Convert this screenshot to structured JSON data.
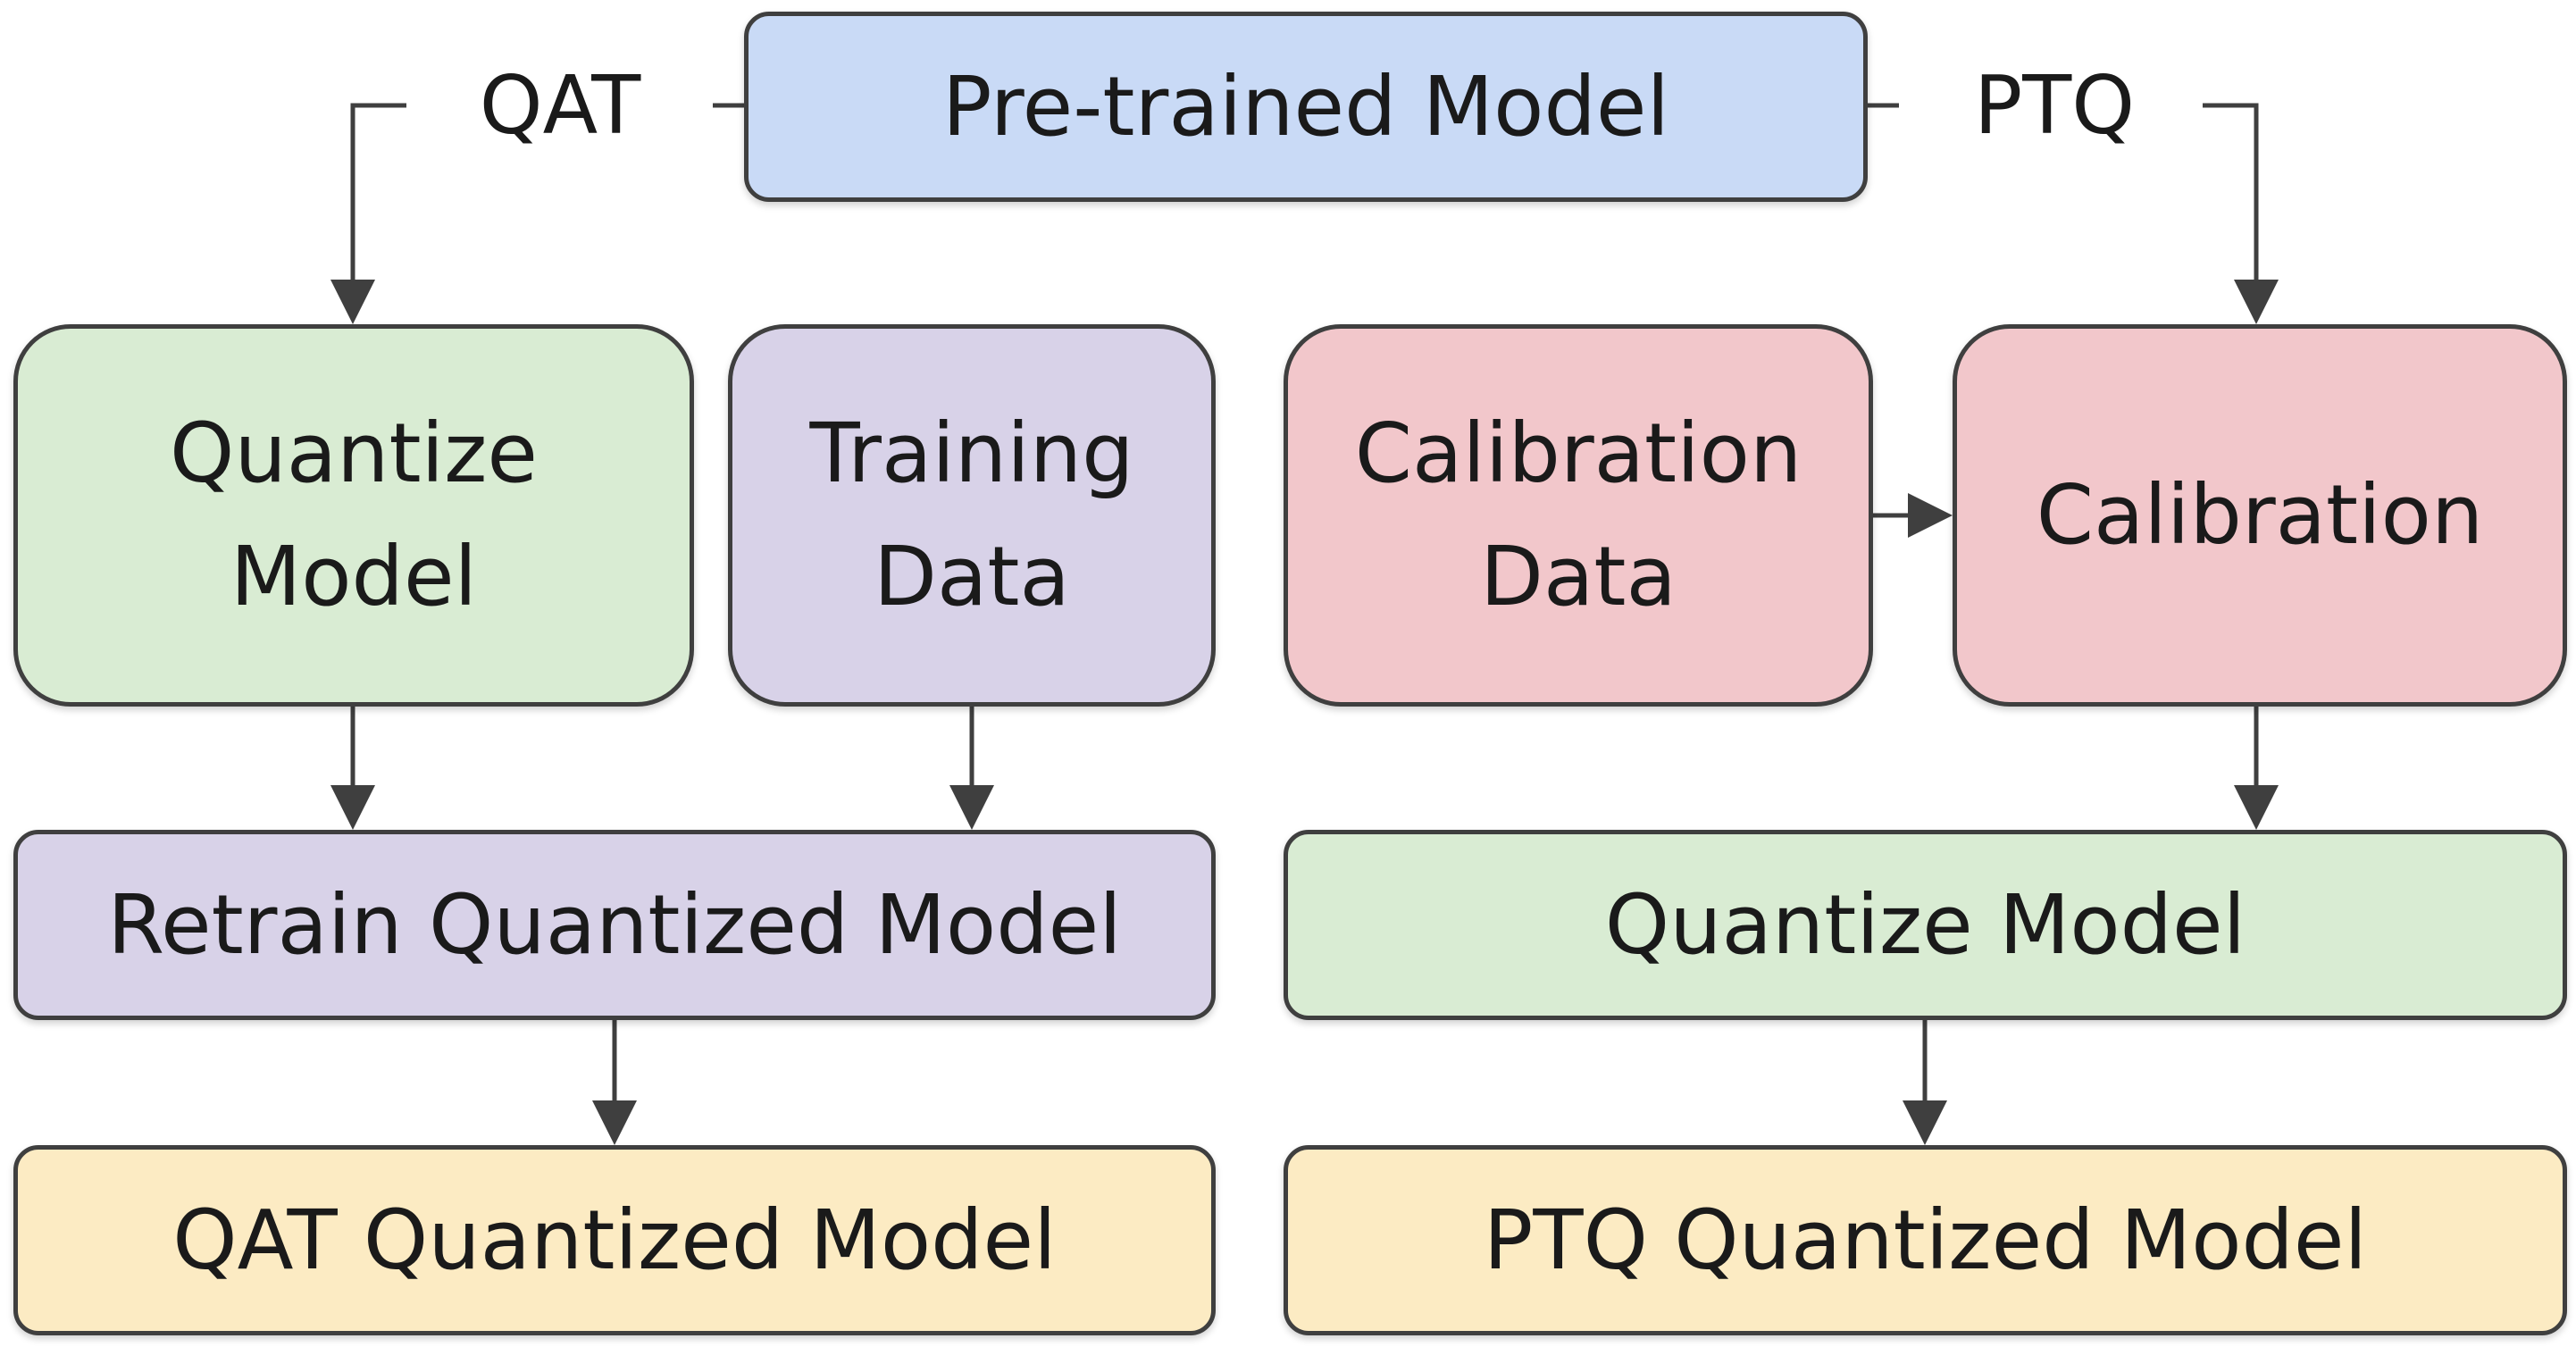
{
  "branches": {
    "qat_label": "QAT",
    "ptq_label": "PTQ"
  },
  "nodes": {
    "pretrained": {
      "lines": [
        "Pre-trained Model"
      ]
    },
    "qat_quantize": {
      "lines": [
        "Quantize",
        "Model"
      ]
    },
    "training_data": {
      "lines": [
        "Training",
        "Data"
      ]
    },
    "calibration_data": {
      "lines": [
        "Calibration",
        "Data"
      ]
    },
    "calibration": {
      "lines": [
        "Calibration"
      ]
    },
    "retrain": {
      "lines": [
        "Retrain Quantized Model"
      ]
    },
    "ptq_quantize": {
      "lines": [
        "Quantize Model"
      ]
    },
    "qat_output": {
      "lines": [
        "QAT Quantized Model"
      ]
    },
    "ptq_output": {
      "lines": [
        "PTQ Quantized Model"
      ]
    }
  },
  "colors": {
    "blue_fill": "#c9daf6",
    "green_fill": "#d9ecd3",
    "purple_fill": "#d8d2e8",
    "red_fill": "#f2c7cb",
    "yellow_fill": "#fcebc3",
    "stroke": "#3f3f3f"
  }
}
